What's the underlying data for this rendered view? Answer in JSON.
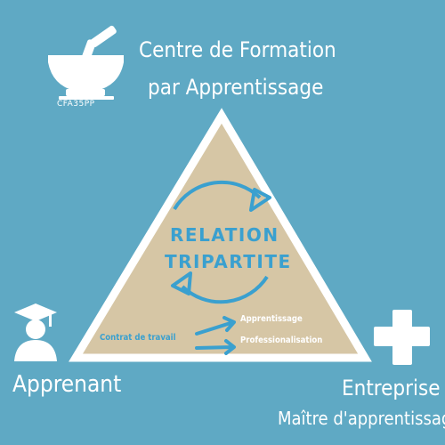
{
  "labels": {
    "centre_line1": "Centre de Formation",
    "centre_line2": "par Apprentissage",
    "logo_text": "CFA35PP",
    "apprenant": "Apprenant",
    "entreprise": "Entreprise",
    "maitre": "Maître d'apprentissage"
  },
  "center": {
    "line1": "RELATION",
    "line2": "TRIPARTITE"
  },
  "contract": {
    "label": "Contrat de travail",
    "outcomes": [
      "Apprentissage",
      "Professionalisation"
    ]
  },
  "colors": {
    "background": "#5fa9c4",
    "triangle_fill": "#d6c6a5",
    "triangle_border": "#ffffff",
    "accent": "#3aa0cf"
  },
  "icons": {
    "logo": "mortar-pestle-icon",
    "apprenant": "graduate-icon",
    "entreprise": "cross-icon"
  }
}
